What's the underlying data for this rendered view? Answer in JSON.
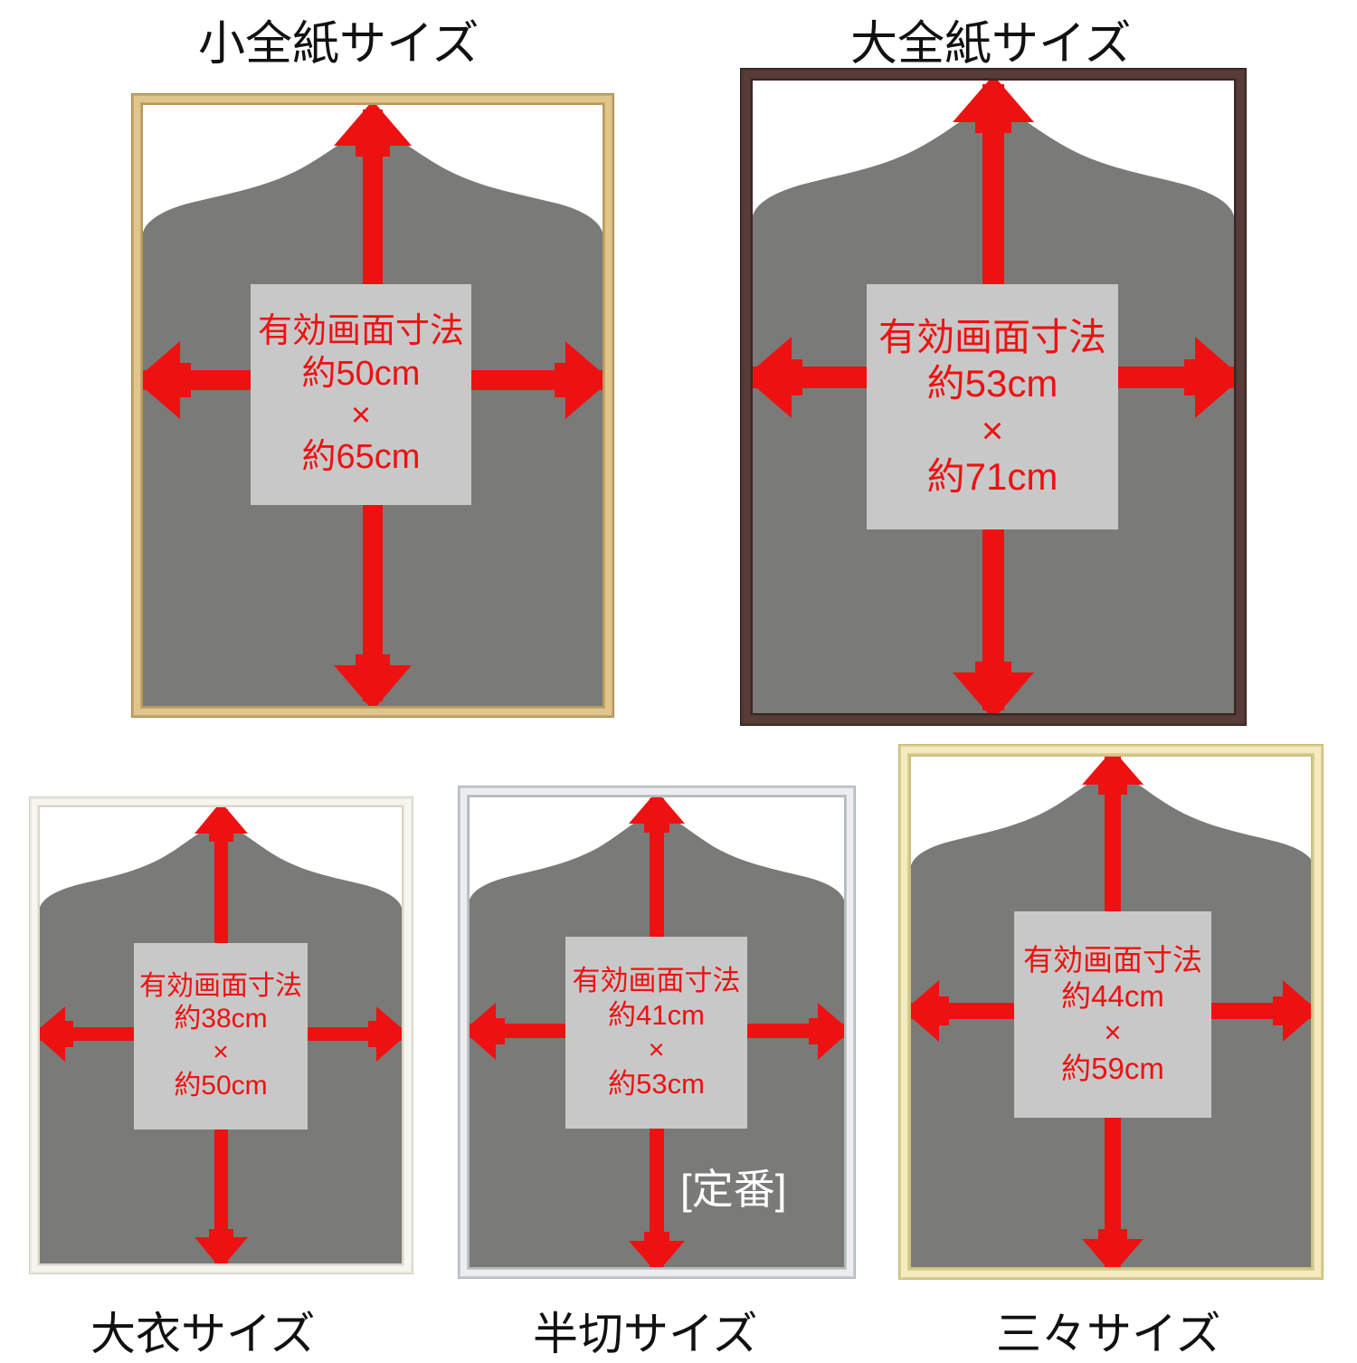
{
  "page": {
    "background": "#ffffff",
    "arrow_color": "#ee1111",
    "mat_color": "#7a7a78",
    "label_box_color": "#c8c8c8",
    "text_color": "#111111"
  },
  "dimension_label_heading": "有効画面寸法",
  "multiply_symbol": "×",
  "items": [
    {
      "key": "koozenshi",
      "title": "小全紙サイズ",
      "caption": "",
      "frame_color_outer": "#c9a86a",
      "frame_color_mid": "#e0c78e",
      "frame_color_inner": "#b99a5c",
      "heading": "有効画面寸法",
      "width_text": "約50cm",
      "x": "×",
      "height_text": "約65cm",
      "badge": ""
    },
    {
      "key": "daizenshi",
      "title": "大全紙サイズ",
      "caption": "",
      "frame_color_outer": "#4a3330",
      "frame_color_mid": "#5d403c",
      "frame_color_inner": "#3a2724",
      "heading": "有効画面寸法",
      "width_text": "約53cm",
      "x": "×",
      "height_text": "約71cm",
      "badge": ""
    },
    {
      "key": "daiginu",
      "title": "",
      "caption": "大衣サイズ",
      "frame_color_outer": "#e8e8df",
      "frame_color_mid": "#f5f5ee",
      "frame_color_inner": "#d6d6c9",
      "heading": "有効画面寸法",
      "width_text": "約38cm",
      "x": "×",
      "height_text": "約50cm",
      "badge": ""
    },
    {
      "key": "hangiri",
      "title": "",
      "caption": "半切サイズ",
      "frame_color_outer": "#c6cbcd",
      "frame_color_mid": "#eef1f2",
      "frame_color_inner": "#b3b9bb",
      "heading": "有効画面寸法",
      "width_text": "約41cm",
      "x": "×",
      "height_text": "約53cm",
      "badge": "[定番]"
    },
    {
      "key": "sansan",
      "title": "",
      "caption": "三々サイズ",
      "frame_color_outer": "#d8cf91",
      "frame_color_mid": "#f6efc4",
      "frame_color_inner": "#cbc07e",
      "heading": "有効画面寸法",
      "width_text": "約44cm",
      "x": "×",
      "height_text": "約59cm",
      "badge": ""
    }
  ]
}
